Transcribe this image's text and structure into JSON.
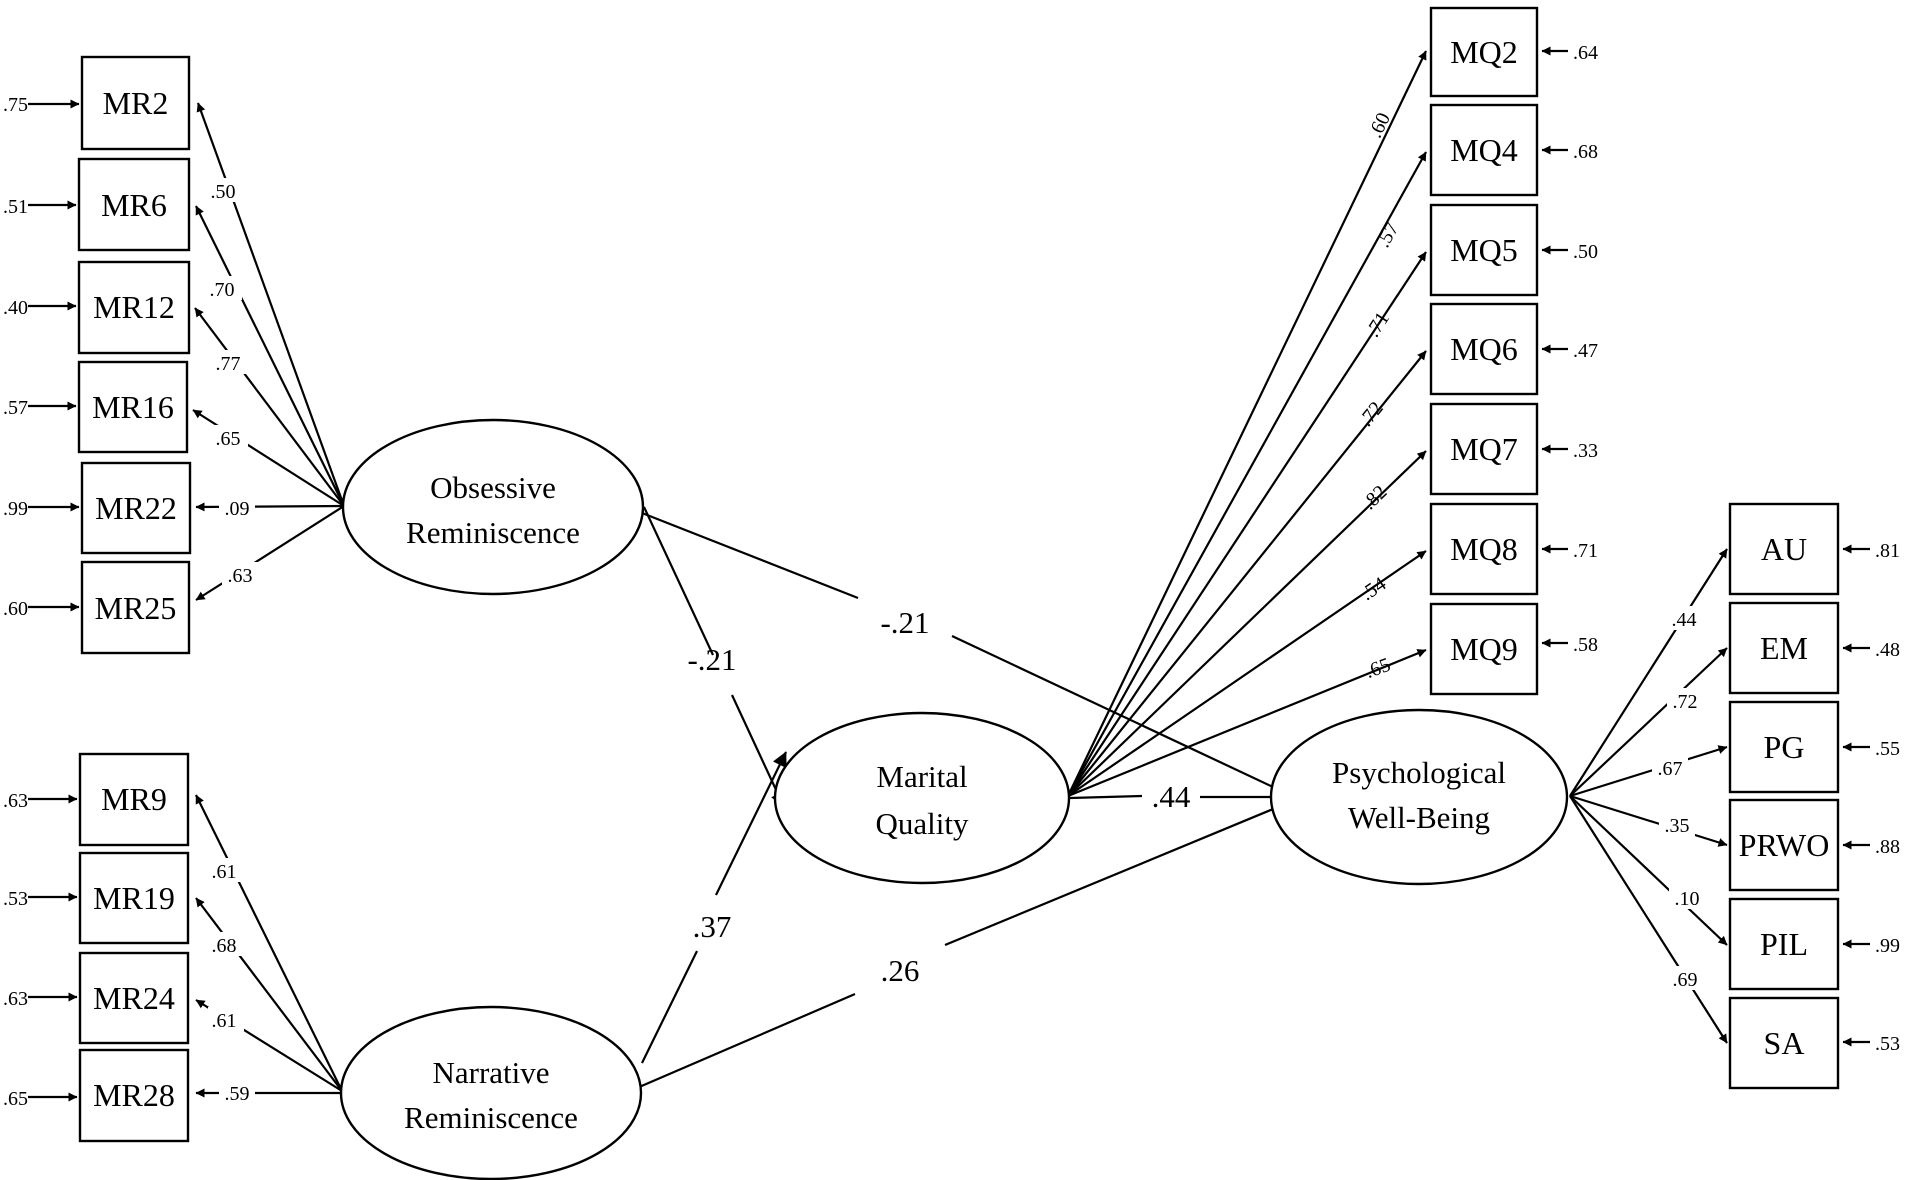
{
  "latents": {
    "obsessive": {
      "line1": "Obsessive",
      "line2": "Reminiscence"
    },
    "narrative": {
      "line1": "Narrative",
      "line2": "Reminiscence"
    },
    "marital": {
      "line1": "Marital",
      "line2": "Quality"
    },
    "wellbeing": {
      "line1": "Psychological",
      "line2": "Well-Being"
    }
  },
  "indicators": {
    "obsessive": [
      {
        "label": "MR2",
        "loading": ".50",
        "error": ".75"
      },
      {
        "label": "MR6",
        "loading": ".70",
        "error": ".51"
      },
      {
        "label": "MR12",
        "loading": ".77",
        "error": ".40"
      },
      {
        "label": "MR16",
        "loading": ".65",
        "error": ".57"
      },
      {
        "label": "MR22",
        "loading": ".09",
        "error": ".99"
      },
      {
        "label": "MR25",
        "loading": ".63",
        "error": ".60"
      }
    ],
    "narrative": [
      {
        "label": "MR9",
        "loading": ".61",
        "error": ".63"
      },
      {
        "label": "MR19",
        "loading": ".68",
        "error": ".53"
      },
      {
        "label": "MR24",
        "loading": ".61",
        "error": ".63"
      },
      {
        "label": "MR28",
        "loading": ".59",
        "error": ".65"
      }
    ],
    "marital": [
      {
        "label": "MQ2",
        "loading": ".60",
        "error": ".64"
      },
      {
        "label": "MQ4",
        "loading": ".57",
        "error": ".68"
      },
      {
        "label": "MQ5",
        "loading": ".71",
        "error": ".50"
      },
      {
        "label": "MQ6",
        "loading": ".72",
        "error": ".47"
      },
      {
        "label": "MQ7",
        "loading": ".82",
        "error": ".33"
      },
      {
        "label": "MQ8",
        "loading": ".54",
        "error": ".71"
      },
      {
        "label": "MQ9",
        "loading": ".65",
        "error": ".58"
      }
    ],
    "wellbeing": [
      {
        "label": "AU",
        "loading": ".44",
        "error": ".81"
      },
      {
        "label": "EM",
        "loading": ".72",
        "error": ".48"
      },
      {
        "label": "PG",
        "loading": ".67",
        "error": ".55"
      },
      {
        "label": "PRWO",
        "loading": ".35",
        "error": ".88"
      },
      {
        "label": "PIL",
        "loading": ".10",
        "error": ".99"
      },
      {
        "label": "SA",
        "loading": ".69",
        "error": ".53"
      }
    ]
  },
  "structural_paths": {
    "obsessive_to_marital": "-.21",
    "obsessive_to_wellbeing": "-.21",
    "narrative_to_marital": ".37",
    "narrative_to_wellbeing": ".26",
    "marital_to_wellbeing": ".44"
  }
}
